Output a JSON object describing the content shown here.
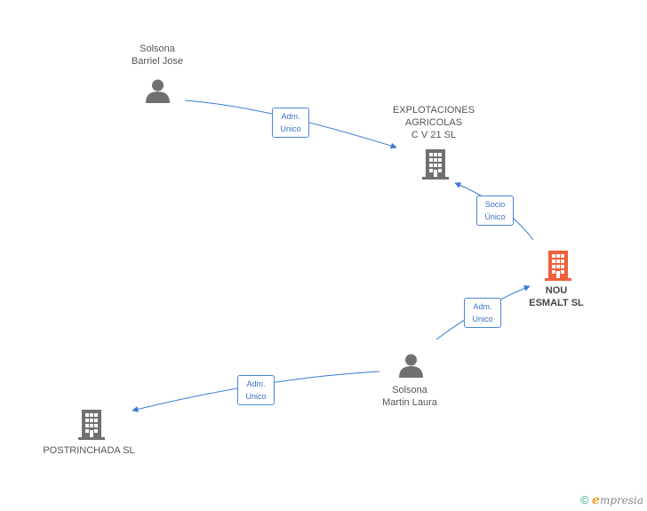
{
  "colors": {
    "edge": "#3a7bd5",
    "node_icon": "#707070",
    "focus_icon": "#f0603a"
  },
  "nodes": {
    "barriel": {
      "type": "person",
      "icon": "person-icon",
      "lines": [
        "Solsona",
        "Barriel Jose"
      ]
    },
    "explotaciones": {
      "type": "company",
      "icon": "building-icon",
      "lines": [
        "EXPLOTACIONES",
        "AGRICOLAS",
        "C V 21 SL"
      ]
    },
    "nou_esmalt": {
      "type": "company",
      "icon": "building-icon",
      "focus": true,
      "lines": [
        "NOU",
        "ESMALT SL"
      ]
    },
    "martin": {
      "type": "person",
      "icon": "person-icon",
      "lines": [
        "Solsona",
        "Martin Laura"
      ]
    },
    "postrinchada": {
      "type": "company",
      "icon": "building-icon",
      "lines": [
        "POSTRINCHADA SL"
      ]
    }
  },
  "edges": [
    {
      "from": "barriel",
      "to": "explotaciones",
      "label": [
        "Adm.",
        "Unico"
      ]
    },
    {
      "from": "nou_esmalt",
      "to": "explotaciones",
      "label": [
        "Socio",
        "Único"
      ]
    },
    {
      "from": "martin",
      "to": "nou_esmalt",
      "label": [
        "Adm.",
        "Unico"
      ]
    },
    {
      "from": "martin",
      "to": "postrinchada",
      "label": [
        "Adm.",
        "Unico"
      ]
    }
  ],
  "footer": {
    "copyright_symbol": "©",
    "brand_initial": "e",
    "brand_rest": "mpresia"
  }
}
